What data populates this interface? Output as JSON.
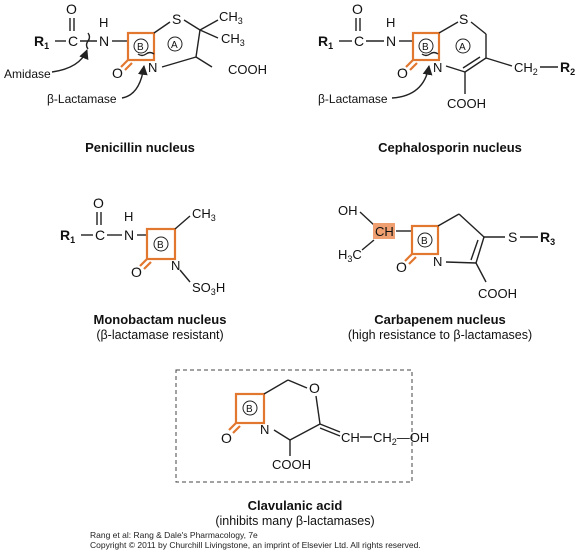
{
  "colors": {
    "lactam_ring": "#e2772f",
    "ink": "#111111",
    "highlight": "#f0a070"
  },
  "penicillin": {
    "name": "Penicillin nucleus",
    "atoms": {
      "O": "O",
      "H": "H",
      "R1": "R",
      "R1_sub": "1",
      "C": "C",
      "N": "N",
      "S": "S",
      "CH3a": "CH",
      "CH3a_sub": "3",
      "CH3b": "CH",
      "CH3b_sub": "3",
      "ring_b": "B",
      "ring_a": "A",
      "N_ring": "N",
      "O_ring": "O",
      "cooh": "COOH"
    },
    "labels": {
      "amidase": "Amidase",
      "lactamase": "β-Lactamase"
    }
  },
  "cephalosporin": {
    "name": "Cephalosporin nucleus",
    "atoms": {
      "O": "O",
      "H": "H",
      "R1": "R",
      "R1_sub": "1",
      "C": "C",
      "N": "N",
      "S": "S",
      "ring_b": "B",
      "ring_a": "A",
      "N_ring": "N",
      "O_ring": "O",
      "ch2": "CH",
      "ch2_sub": "2",
      "R2": "R",
      "R2_sub": "2",
      "cooh": "COOH"
    },
    "labels": {
      "lactamase": "β-Lactamase"
    }
  },
  "monobactam": {
    "name": "Monobactam nucleus",
    "note": "(β-lactamase resistant)",
    "atoms": {
      "O": "O",
      "H": "H",
      "R1": "R",
      "R1_sub": "1",
      "C": "C",
      "N": "N",
      "ch3": "CH",
      "ch3_sub": "3",
      "ring_b": "B",
      "O_ring": "O",
      "N_ring": "N",
      "so3h": "SO",
      "so3h_sub": "3",
      "so3h_end": "H"
    }
  },
  "carbapenem": {
    "name": "Carbapenem nucleus",
    "note": "(high resistance to β-lactamases)",
    "atoms": {
      "oh": "OH",
      "ch": "CH",
      "h3c": "H",
      "h3c_sub": "3",
      "h3c_end": "C",
      "ring_b": "B",
      "O_ring": "O",
      "N_ring": "N",
      "S": "S",
      "R3": "R",
      "R3_sub": "3",
      "cooh": "COOH"
    }
  },
  "clavulanic": {
    "name": "Clavulanic acid",
    "note": "(inhibits many β-lactamases)",
    "atoms": {
      "ring_b": "B",
      "O_ring": "O",
      "N_ring": "N",
      "O_ox": "O",
      "ch": "CH",
      "ch2oh": "CH",
      "ch2oh_sub": "2",
      "ch2oh_end": "OH",
      "cooh": "COOH"
    }
  },
  "credit": {
    "line1": "Rang et al: Rang & Dale's Pharmacology, 7e",
    "line2": "Copyright © 2011 by Churchill Livingstone, an imprint of Elsevier Ltd. All rights reserved."
  }
}
